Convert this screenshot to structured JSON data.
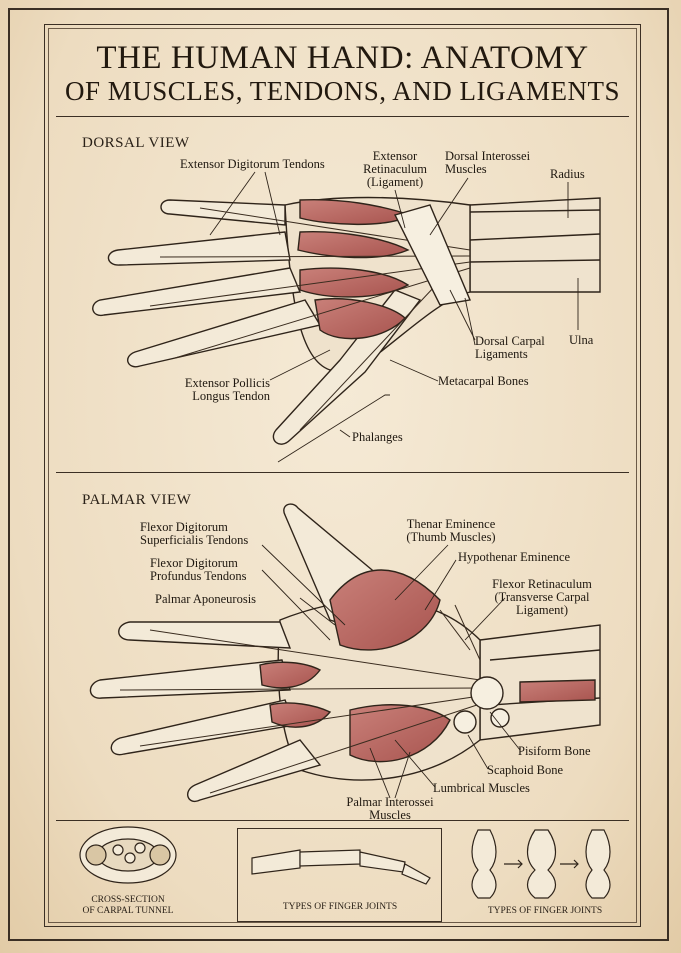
{
  "title": {
    "line1": "THE HUMAN HAND: ANATOMY",
    "line2": "OF MUSCLES, TENDONS, AND LIGAMENTS"
  },
  "dorsal": {
    "heading": "DORSAL VIEW",
    "labels": {
      "extensor_digitorum": "Extensor Digitorum Tendons",
      "extensor_retinaculum": "Extensor\nRetinaculum\n(Ligament)",
      "dorsal_interossei": "Dorsal Interossei\nMuscles",
      "radius": "Radius",
      "dorsal_carpal": "Dorsal Carpal\nLigaments",
      "ulna": "Ulna",
      "extensor_pollicis": "Extensor Pollicis\nLongus Tendon",
      "metacarpal": "Metacarpal Bones",
      "phalanges": "Phalanges"
    }
  },
  "palmar": {
    "heading": "PALMAR VIEW",
    "labels": {
      "fds": "Flexor Digitorum\nSuperficialis Tendons",
      "fdp": "Flexor Digitorum\nProfundus Tendons",
      "aponeurosis": "Palmar Aponeurosis",
      "thenar": "Thenar Eminence\n(Thumb Muscles)",
      "hypothenar": "Hypothenar Eminence",
      "retinaculum": "Flexor Retinaculum\n(Transverse Carpal\nLigament)",
      "pisiform": "Pisiform Bone",
      "scaphoid": "Scaphoid Bone",
      "lumbrical": "Lumbrical Muscles",
      "palmar_interossei": "Palmar Interossei\nMuscles"
    }
  },
  "bottom": {
    "carpal_tunnel": "CROSS-SECTION\nOF CARPAL TUNNEL",
    "finger_joints_1": "TYPES OF FINGER JOINTS",
    "finger_joints_2": "TYPES OF FINGER JOINTS"
  },
  "colors": {
    "paper": "#efe3cc",
    "ink": "#2a2118",
    "muscle": "#b86a64",
    "tendon": "#f4ecdc"
  }
}
